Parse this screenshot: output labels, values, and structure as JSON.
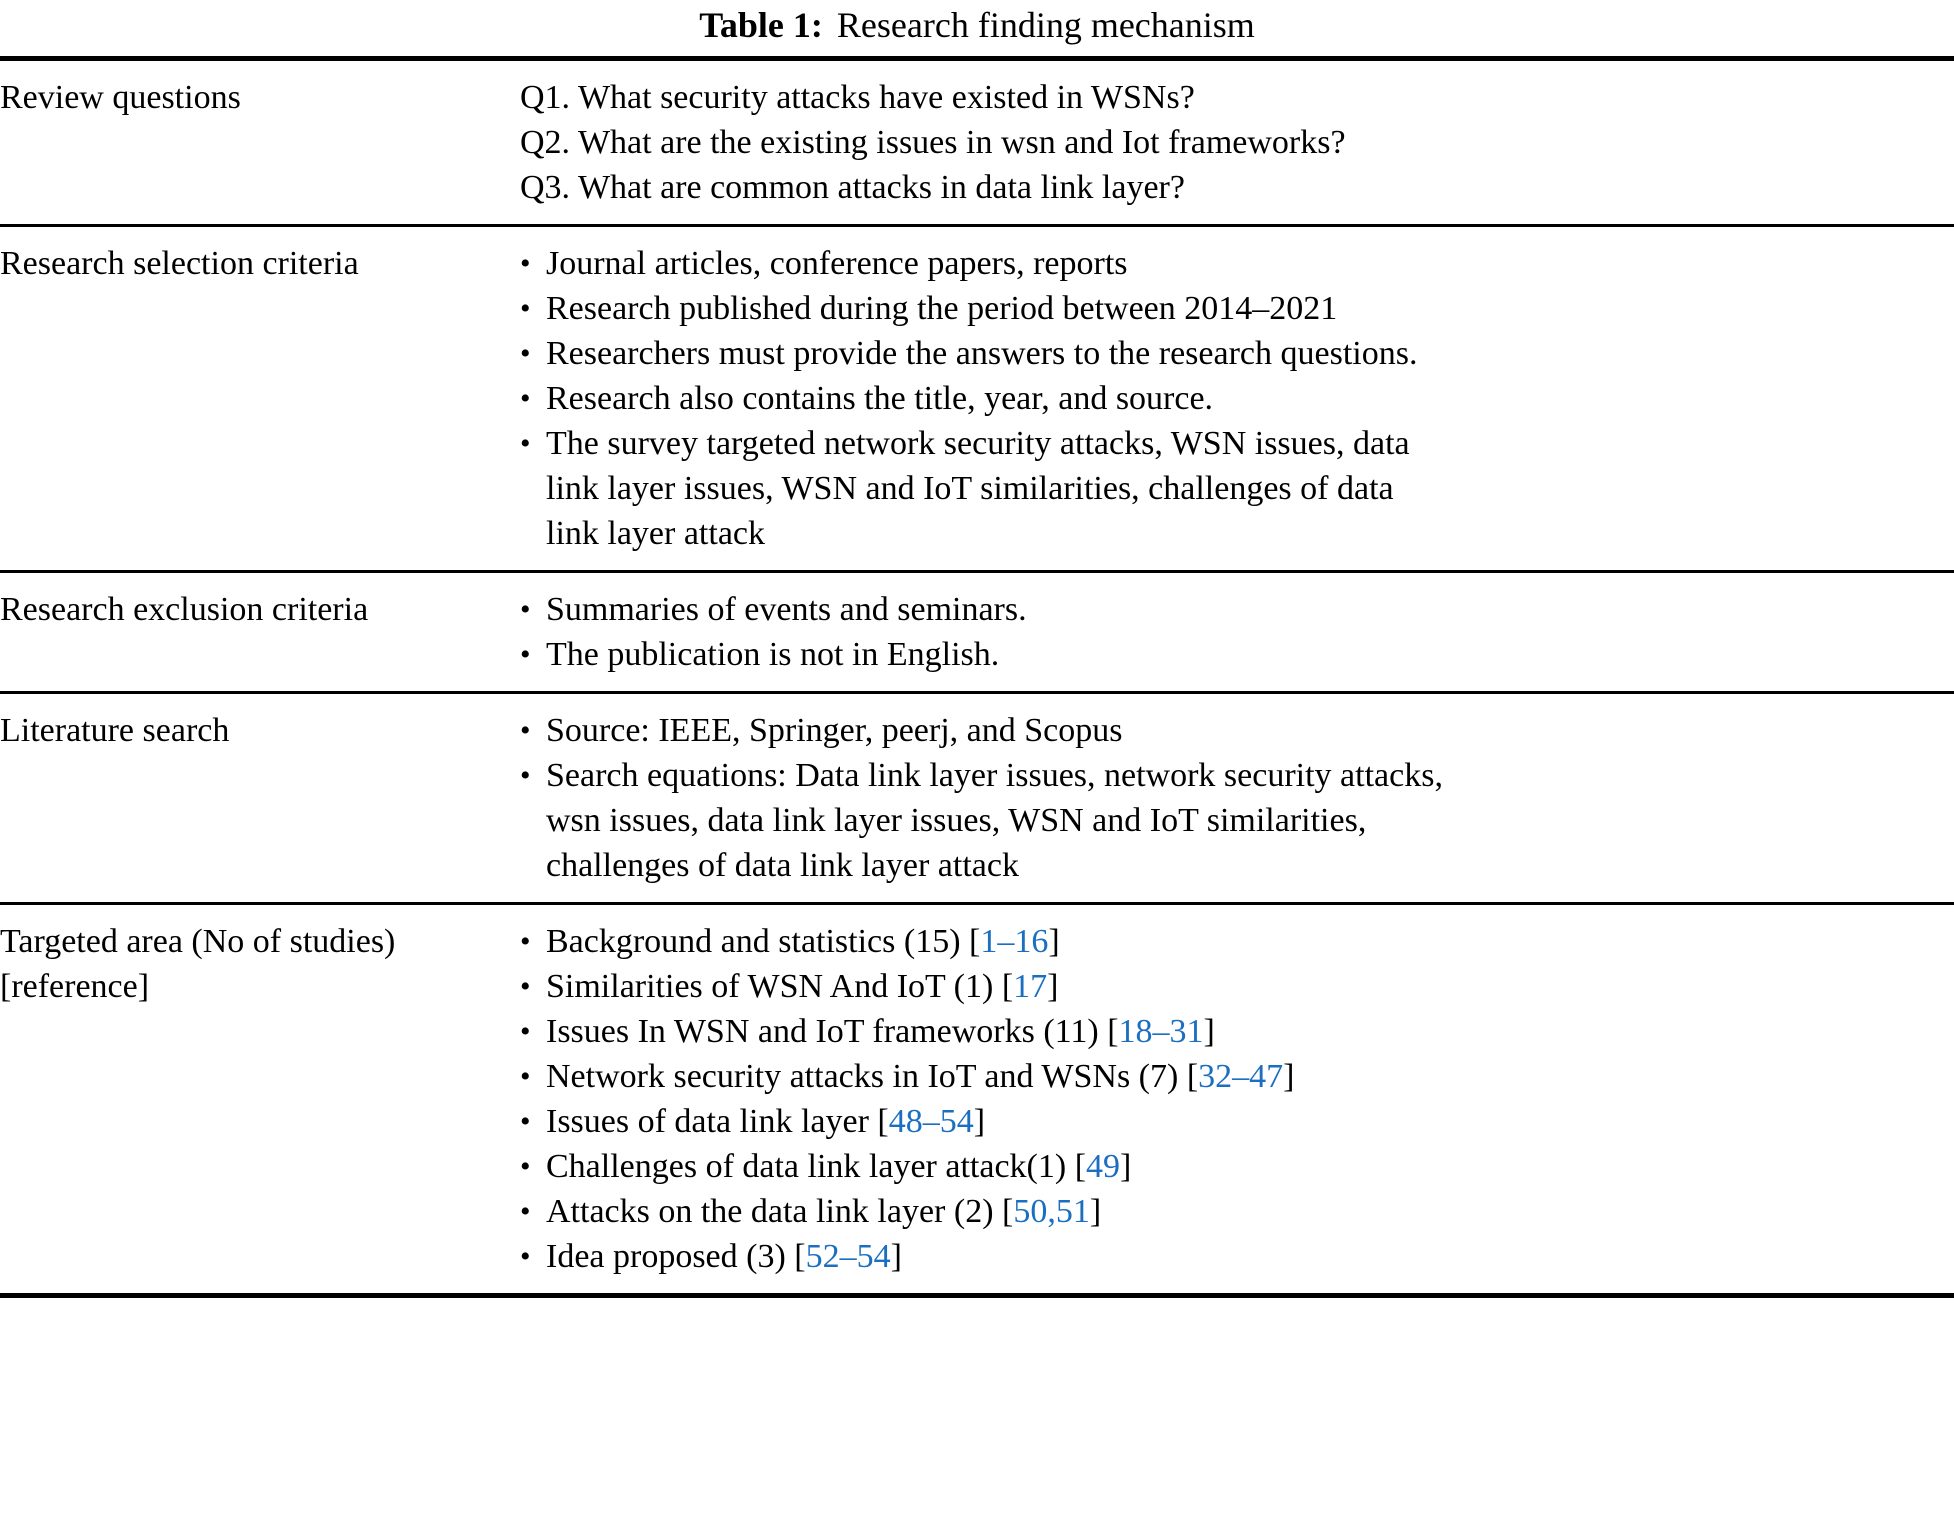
{
  "caption": {
    "label": "Table 1:",
    "text": "Research finding mechanism"
  },
  "colors": {
    "reference_link": "#1c6fc0",
    "text": "#000000",
    "rule": "#000000",
    "background": "#ffffff"
  },
  "icons": {
    "bullet": "bullet-dot-icon",
    "bullet_glyph": "•"
  },
  "rows": [
    {
      "label": "Review questions",
      "label_lines": [
        "Review questions"
      ],
      "type": "plain",
      "lines": [
        "Q1. What security attacks have existed in WSNs?",
        "Q2. What are the existing issues in wsn and Iot frameworks?",
        "Q3. What are common attacks in data link layer?"
      ]
    },
    {
      "label": "Research selection criteria",
      "label_lines": [
        "Research selection criteria"
      ],
      "type": "bullets",
      "items": [
        {
          "lines": [
            "Journal articles, conference papers, reports"
          ]
        },
        {
          "lines": [
            "Research published during the period between 2014–2021"
          ]
        },
        {
          "lines": [
            "Researchers must provide the answers to the research questions."
          ]
        },
        {
          "lines": [
            "Research also contains the title, year, and source."
          ]
        },
        {
          "lines": [
            "The survey targeted network security attacks, WSN issues, data",
            "link layer issues, WSN and IoT similarities, challenges of data",
            "link layer attack"
          ]
        }
      ]
    },
    {
      "label": "Research exclusion criteria",
      "label_lines": [
        "Research exclusion criteria"
      ],
      "type": "bullets",
      "items": [
        {
          "lines": [
            "Summaries of events and seminars."
          ]
        },
        {
          "lines": [
            "The publication is not in English."
          ]
        }
      ]
    },
    {
      "label": "Literature search",
      "label_lines": [
        "Literature search"
      ],
      "type": "bullets",
      "items": [
        {
          "lines": [
            "Source: IEEE, Springer, peerj, and Scopus"
          ]
        },
        {
          "lines": [
            "Search equations: Data link layer issues, network security attacks,",
            "wsn issues, data link layer issues, WSN and IoT similarities,",
            "challenges of data link layer attack"
          ]
        }
      ]
    },
    {
      "label": "Targeted area (No of studies) [reference]",
      "label_lines": [
        "Targeted area (No of studies)",
        "[reference]"
      ],
      "type": "bullets-ref",
      "items": [
        {
          "text": "Background and statistics (15) ",
          "ref": "1–16"
        },
        {
          "text": "Similarities of WSN And IoT (1) ",
          "ref": "17"
        },
        {
          "text": "Issues In WSN and IoT frameworks (11) ",
          "ref": "18–31"
        },
        {
          "text": "Network security attacks in IoT and WSNs (7) ",
          "ref": "32–47"
        },
        {
          "text": "Issues of data link layer ",
          "ref": "48–54"
        },
        {
          "text": "Challenges of data link layer attack(1) ",
          "ref": "49"
        },
        {
          "text": "Attacks on the data link layer (2) ",
          "ref": "50,51"
        },
        {
          "text": "Idea proposed (3) ",
          "ref": "52–54"
        }
      ]
    }
  ]
}
